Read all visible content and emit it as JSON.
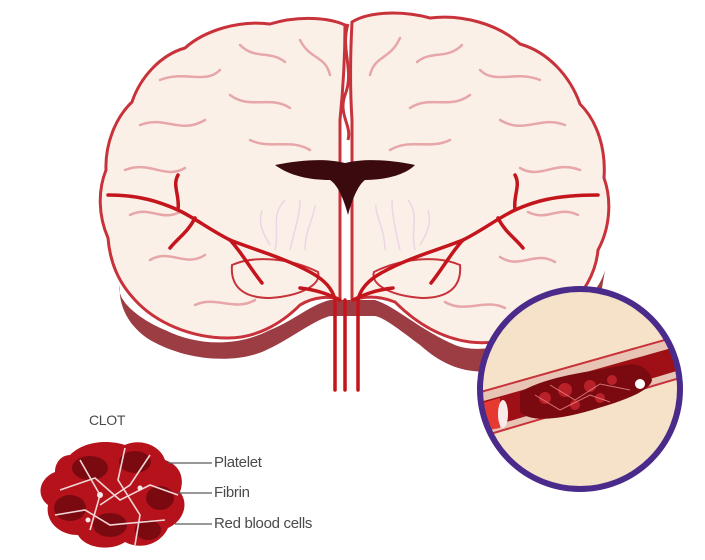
{
  "labels": {
    "clot_title": "CLOT",
    "platelet": "Platelet",
    "fibrin": "Fibrin",
    "red_blood_cells": "Red blood cells"
  },
  "colors": {
    "brain_fill": "#fbf0e8",
    "brain_outline": "#c8323a",
    "sulci": "#e7a6a8",
    "artery": "#c4141c",
    "ventricle": "#3a0a0e",
    "clot": "#b5121b",
    "clot_dark": "#7a0a10",
    "magnifier_ring": "#4a2a8a",
    "label_text": "#4a4a4a"
  },
  "icons": [
    "brain-illustration",
    "blood-vessel-magnifier",
    "clot-illustration"
  ]
}
